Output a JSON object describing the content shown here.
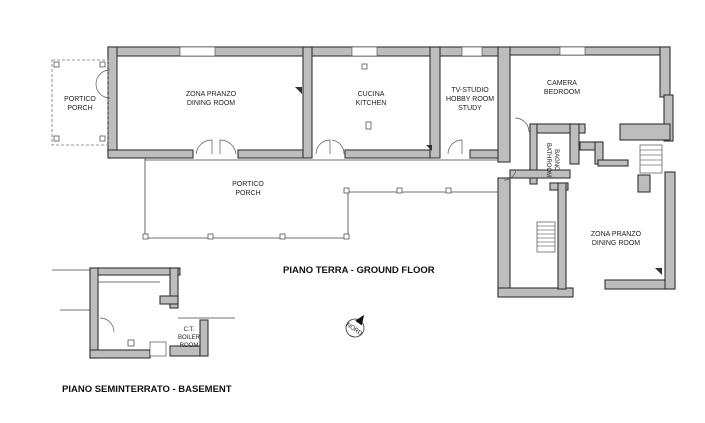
{
  "floor_titles": {
    "ground": "PIANO TERRA - GROUND FLOOR",
    "basement": "PIANO SEMINTERRATO - BASEMENT"
  },
  "rooms": {
    "portico_left": [
      "PORTICO",
      "PORCH"
    ],
    "dining": [
      "ZONA PRANZO",
      "DINING ROOM"
    ],
    "kitchen": [
      "CUCINA",
      "KITCHEN"
    ],
    "study": [
      "TV-STUDIO",
      "HOBBY ROOM",
      "STUDY"
    ],
    "bedroom": [
      "CAMERA",
      "BEDROOM"
    ],
    "bathroom": [
      "BAGNO",
      "BATHROOM"
    ],
    "portico_front": [
      "PORTICO",
      "PORCH"
    ],
    "dining_right": [
      "ZONA PRANZO",
      "DINING ROOM"
    ],
    "boiler": [
      "C.T.",
      "BOILER",
      "ROOM"
    ]
  },
  "compass_label": "NORD"
}
